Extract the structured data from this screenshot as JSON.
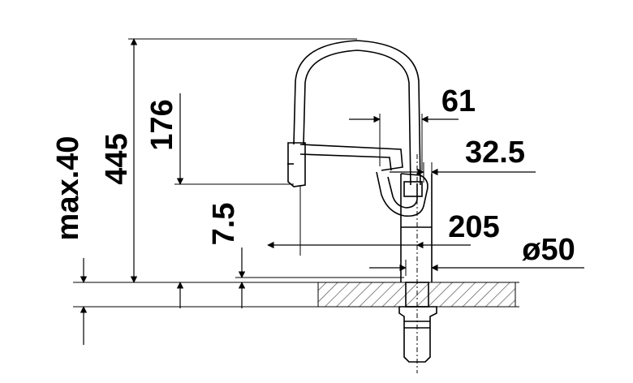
{
  "dimensions": {
    "max_countertop": "max.40",
    "total_height": "445",
    "spout_height": "176",
    "hose_offset": "7.5",
    "spout_reach_small": "61",
    "offset_small": "32.5",
    "spout_reach": "205",
    "base_diameter": "ø50"
  },
  "colors": {
    "line": "#000000",
    "hatch": "#555555",
    "background": "#ffffff"
  }
}
